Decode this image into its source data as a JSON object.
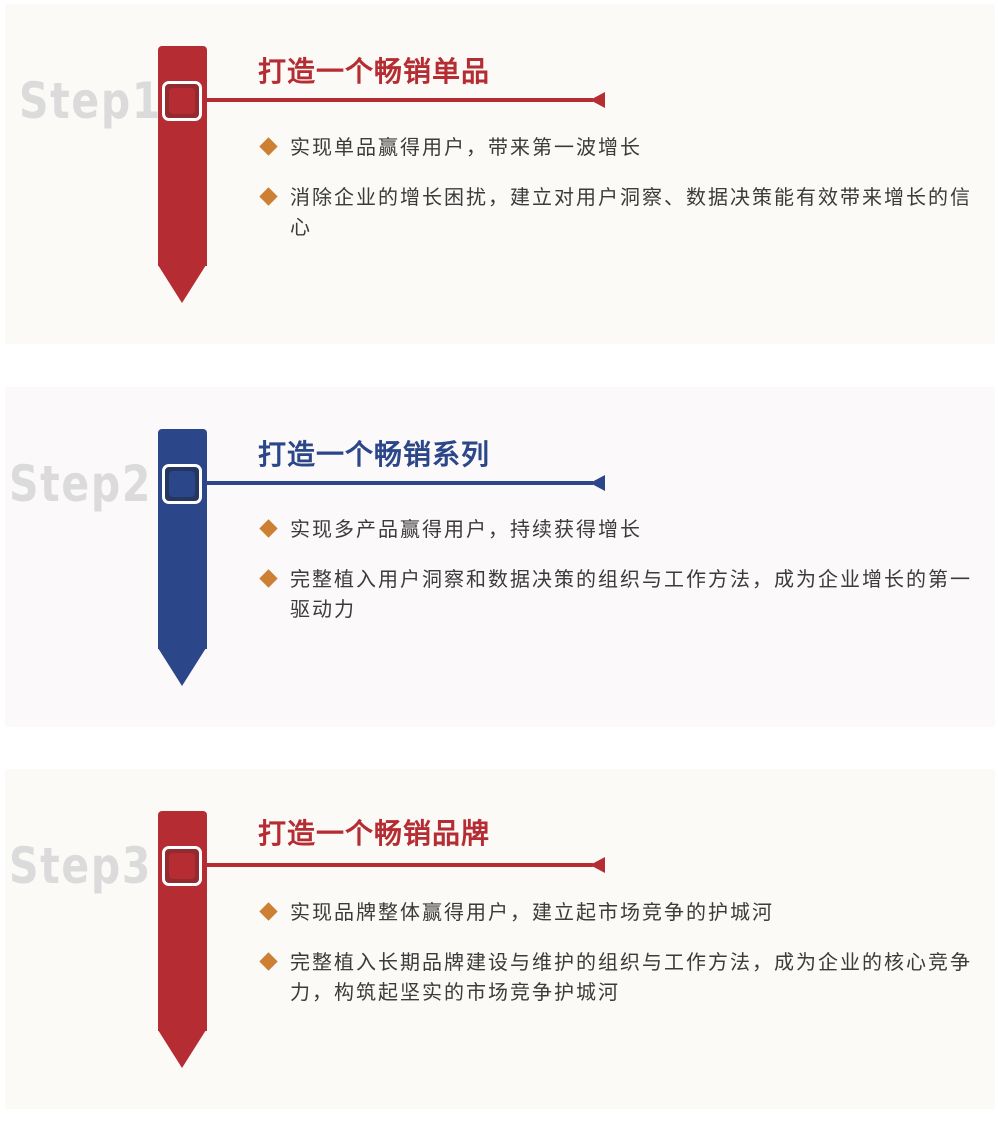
{
  "colors": {
    "red": "#b52d33",
    "red_dark": "#922a2f",
    "blue": "#2c468a",
    "blue_dark": "#25365f",
    "bullet": "#cd8034",
    "step_label": "#dcdbdc",
    "text": "#3b3b3b",
    "panel_bg_1": "#fbfaf6",
    "panel_bg_2": "#fbf9f9",
    "panel_bg_3": "#fbfaf7"
  },
  "steps": [
    {
      "label": "Step1",
      "title": "打造一个畅销单品",
      "bullets": [
        "实现单品赢得用户，带来第一波增长",
        "消除企业的增长困扰，建立对用户洞察、数据决策能有效带来增长的信心"
      ]
    },
    {
      "label": "Step2",
      "title": "打造一个畅销系列",
      "bullets": [
        "实现多产品赢得用户，持续获得增长",
        "完整植入用户洞察和数据决策的组织与工作方法，成为企业增长的第一驱动力"
      ]
    },
    {
      "label": "Step3",
      "title": "打造一个畅销品牌",
      "bullets": [
        "实现品牌整体赢得用户，建立起市场竞争的护城河",
        "完整植入长期品牌建设与维护的组织与工作方法，成为企业的核心竞争力，构筑起坚实的市场竞争护城河"
      ]
    }
  ]
}
